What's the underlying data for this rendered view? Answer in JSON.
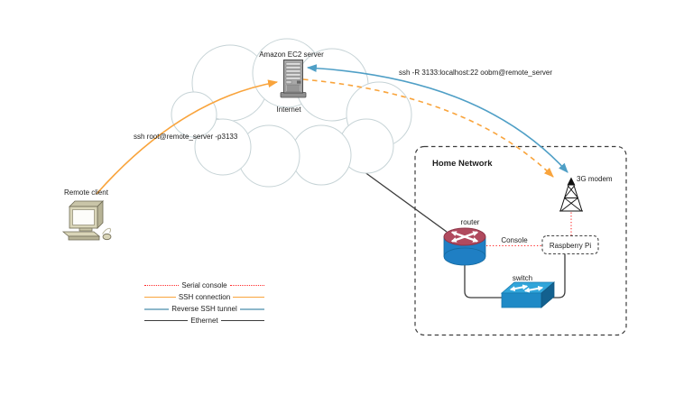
{
  "diagram": {
    "nodes": {
      "remote_client": {
        "label": "Remote client"
      },
      "ec2_server": {
        "label": "Amazon EC2 server"
      },
      "internet_cloud": {
        "label": "Internet"
      },
      "home_network": {
        "label": "Home Network"
      },
      "modem_3g": {
        "label": "3G modem"
      },
      "router": {
        "label": "router"
      },
      "raspberry_pi": {
        "label": "Raspberry Pi"
      },
      "switch": {
        "label": "switch"
      }
    },
    "connections": {
      "ssh": {
        "label": "ssh root@remote_server -p3133",
        "color": "#f9a43c"
      },
      "reverse_tunnel": {
        "label": "ssh -R 3133:localhost:22 oobm@remote_server",
        "color": "#4f9fc6"
      },
      "serial": {
        "label": "Console",
        "color": "#ff2a2a"
      },
      "ethernet": {
        "color": "#3c3c3c"
      }
    },
    "legend": {
      "items": [
        {
          "label": "Serial console",
          "style": "dotted",
          "color": "#ff2a2a"
        },
        {
          "label": "SSH connection",
          "style": "solid",
          "color": "#f9a43c"
        },
        {
          "label": "Reverse SSH tunnel",
          "style": "solid",
          "color": "#8db8cb"
        },
        {
          "label": "Ethernet",
          "style": "solid",
          "color": "#3c3c3c"
        }
      ]
    },
    "colors": {
      "cloud_outline": "#c6d3d6",
      "router_top": "#b04a5e",
      "router_body": "#1f7fc4",
      "switch_top": "#31a5da",
      "switch_front": "#1f8ac6",
      "switch_side": "#13618f",
      "client_beige": "#d9d5b8",
      "server_gray": "#a8a8a8"
    }
  }
}
